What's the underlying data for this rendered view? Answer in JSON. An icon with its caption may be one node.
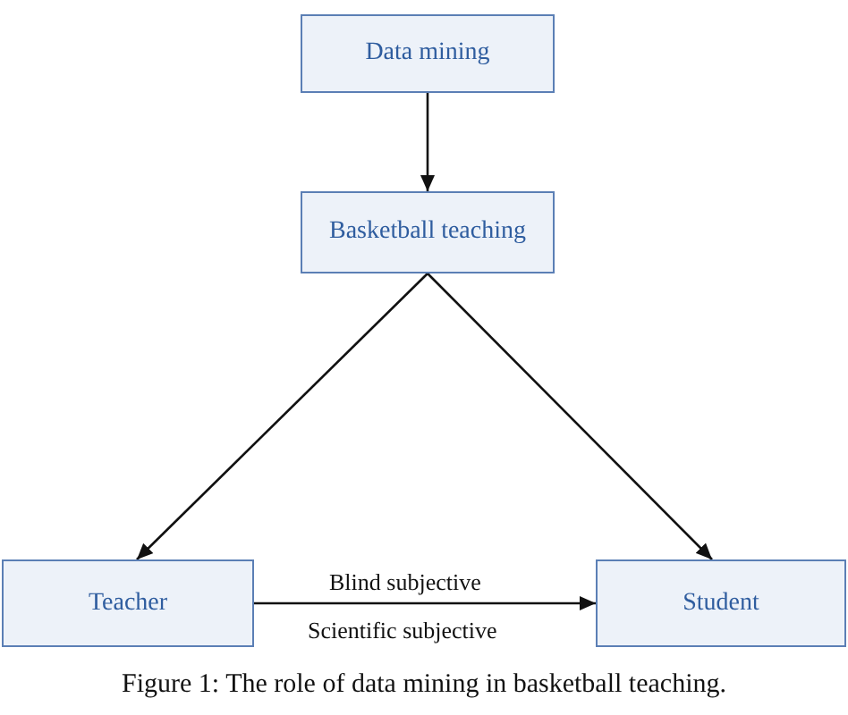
{
  "diagram": {
    "caption": "Figure 1: The role of data mining in basketball teaching.",
    "nodes": [
      {
        "text": [
          "Data mining"
        ]
      },
      {
        "text": [
          "Basketball teaching"
        ]
      },
      {
        "text": [
          "Teacher"
        ]
      },
      {
        "text": [
          "Student"
        ]
      }
    ],
    "edges": [
      {
        "from": 0,
        "to": 1,
        "arrow": "to"
      },
      {
        "from": 1,
        "to": 2,
        "arrow": "to"
      },
      {
        "from": 1,
        "to": 3,
        "arrow": "to"
      },
      {
        "from": 2,
        "to": 3,
        "arrow": "to",
        "label": "Blind subjective"
      }
    ],
    "labels": [
      "Scientific subjective"
    ]
  }
}
